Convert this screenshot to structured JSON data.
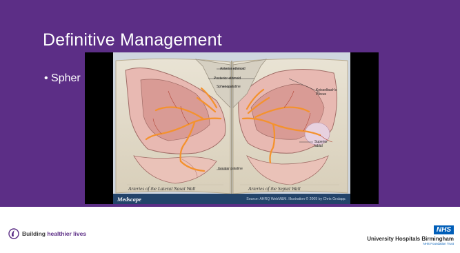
{
  "slide": {
    "title": "Definitive Management",
    "bullet_text": "• Spher"
  },
  "figure": {
    "labels": {
      "anterior_ethmoid": "Anterior ethmoid",
      "posterior_ethmoid": "Posterior ethmoid",
      "sphenopalatine": "Sphenopalatine",
      "kiesselbachs": "Keisselbach's Plexus",
      "superior_labial": "Superior labial",
      "greater_palatine": "Greater palatine"
    },
    "left_caption": "Arteries of the Lateral Nasal Wall",
    "right_caption": "Arteries of the Septal Wall",
    "publisher": "Medscape",
    "credit": "Source: AHRQ WebM&M. Illustration © 2009 by Chris Gralapp."
  },
  "footer": {
    "tagline_prefix": "Building ",
    "tagline_accent": "healthier lives",
    "nhs_badge": "NHS",
    "org_name": "University Hospitals Birmingham",
    "org_sub": "NHS Foundation Trust"
  },
  "colors": {
    "brand_purple": "#5c2e86",
    "nhs_blue": "#005eb8",
    "artery_orange": "#f4922e",
    "publisher_bar": "#23446a"
  }
}
